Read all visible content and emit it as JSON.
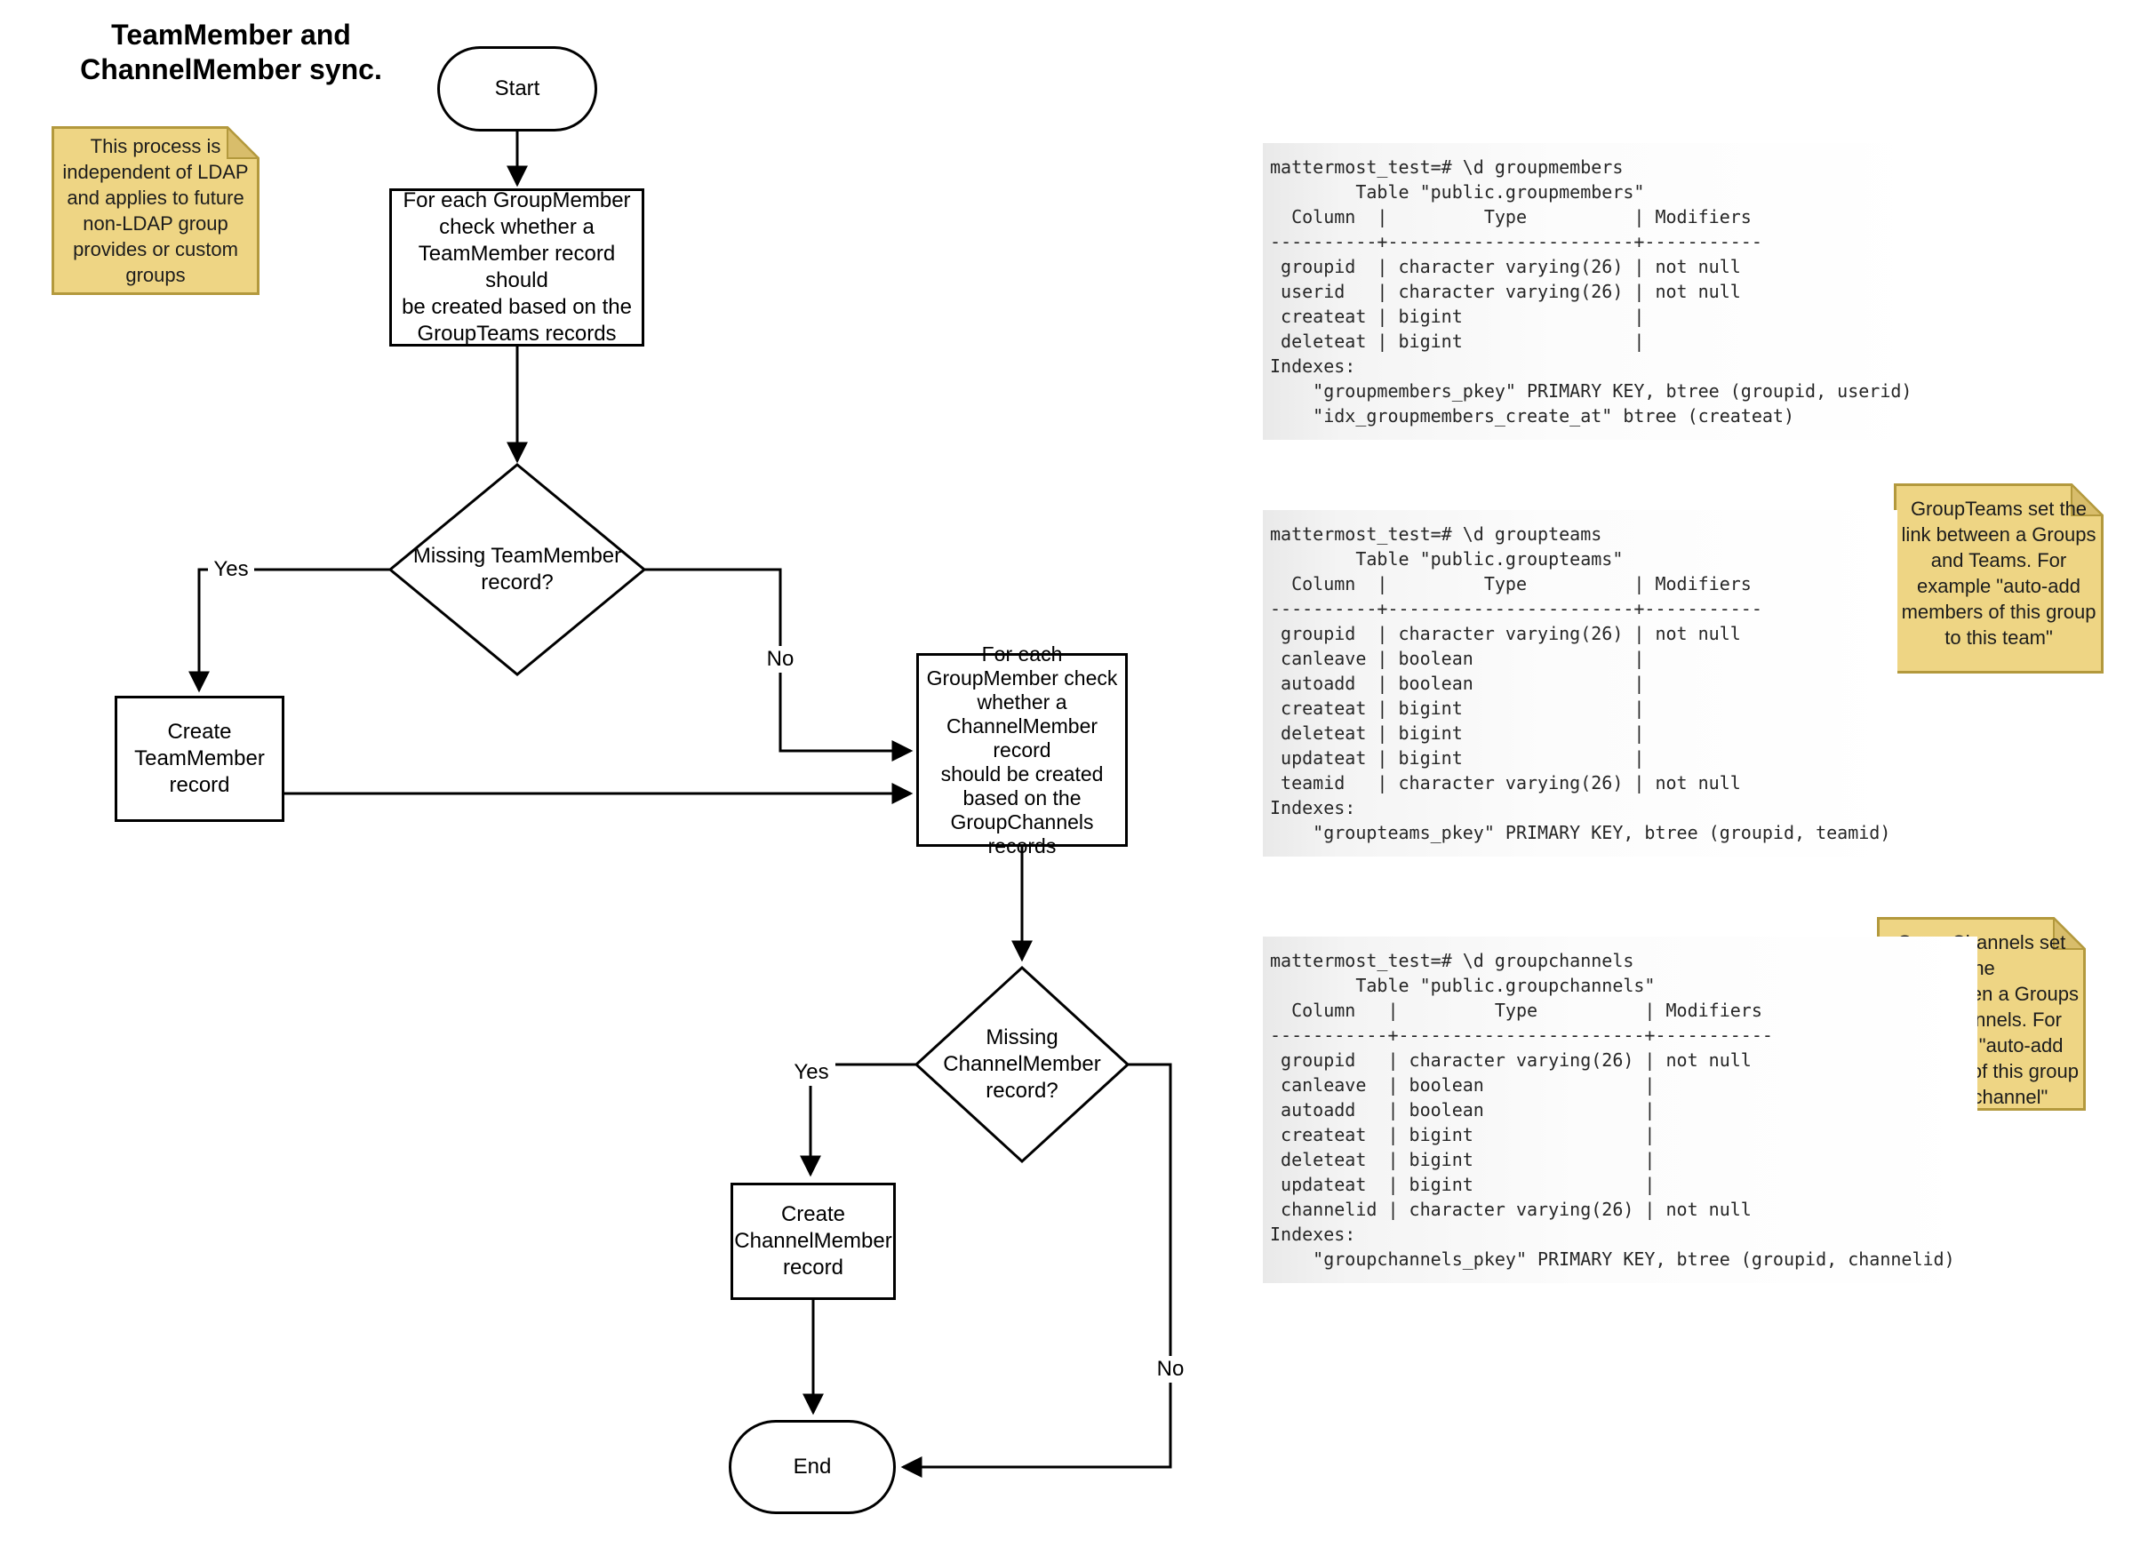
{
  "title": "TeamMember and\nChannelMember sync.",
  "colors": {
    "note-fill": "#eed584",
    "note-border": "#b3993d",
    "note-fold": "#d8bd6b",
    "line": "#000000",
    "code-text": "#262626",
    "code-bg-left": "#e9e9e9"
  },
  "flow": {
    "start": "Start",
    "check_teammember": "For each GroupMember\ncheck whether a\nTeamMember record should\nbe created based on the\nGroupTeams records",
    "decision_teammember": "Missing TeamMember\nrecord?",
    "create_teammember": "Create\nTeamMember\nrecord",
    "check_channelmember": "For each\nGroupMember check\nwhether a\nChannelMember record\nshould be created\nbased on the\nGroupChannels\nrecords",
    "decision_channelmember": "Missing\nChannelMember\nrecord?",
    "create_channelmember": "Create\nChannelMember\nrecord",
    "end": "End",
    "label_yes_1": "Yes",
    "label_no_1": "No",
    "label_yes_2": "Yes",
    "label_no_2": "No"
  },
  "notes": {
    "ldap": "This process is\nindependent of LDAP\nand applies to future\nnon-LDAP group\nprovides or custom\ngroups",
    "groupteams": "GroupTeams set the\nlink between a Groups\nand Teams. For\nexample \"auto-add\nmembers of this group\nto this team\"",
    "groupchannels": "GroupChannels set the\nlink between a Groups\nand Channels. For\nexample \"auto-add\nmembers of this group\nto this channel\""
  },
  "terminals": {
    "groupmembers": [
      "mattermost_test=# \\d groupmembers",
      "        Table \"public.groupmembers\"",
      "  Column  |         Type          | Modifiers",
      "----------+-----------------------+-----------",
      " groupid  | character varying(26) | not null",
      " userid   | character varying(26) | not null",
      " createat | bigint                |",
      " deleteat | bigint                |",
      "Indexes:",
      "    \"groupmembers_pkey\" PRIMARY KEY, btree (groupid, userid)",
      "    \"idx_groupmembers_create_at\" btree (createat)"
    ],
    "groupteams": [
      "mattermost_test=# \\d groupteams",
      "        Table \"public.groupteams\"",
      "  Column  |         Type          | Modifiers",
      "----------+-----------------------+-----------",
      " groupid  | character varying(26) | not null",
      " canleave | boolean               |",
      " autoadd  | boolean               |",
      " createat | bigint                |",
      " deleteat | bigint                |",
      " updateat | bigint                |",
      " teamid   | character varying(26) | not null",
      "Indexes:",
      "    \"groupteams_pkey\" PRIMARY KEY, btree (groupid, teamid)"
    ],
    "groupchannels": [
      "mattermost_test=# \\d groupchannels",
      "        Table \"public.groupchannels\"",
      "  Column   |         Type          | Modifiers",
      "-----------+-----------------------+-----------",
      " groupid   | character varying(26) | not null",
      " canleave  | boolean               |",
      " autoadd   | boolean               |",
      " createat  | bigint                |",
      " deleteat  | bigint                |",
      " updateat  | bigint                |",
      " channelid | character varying(26) | not null",
      "Indexes:",
      "    \"groupchannels_pkey\" PRIMARY KEY, btree (groupid, channelid)"
    ]
  }
}
